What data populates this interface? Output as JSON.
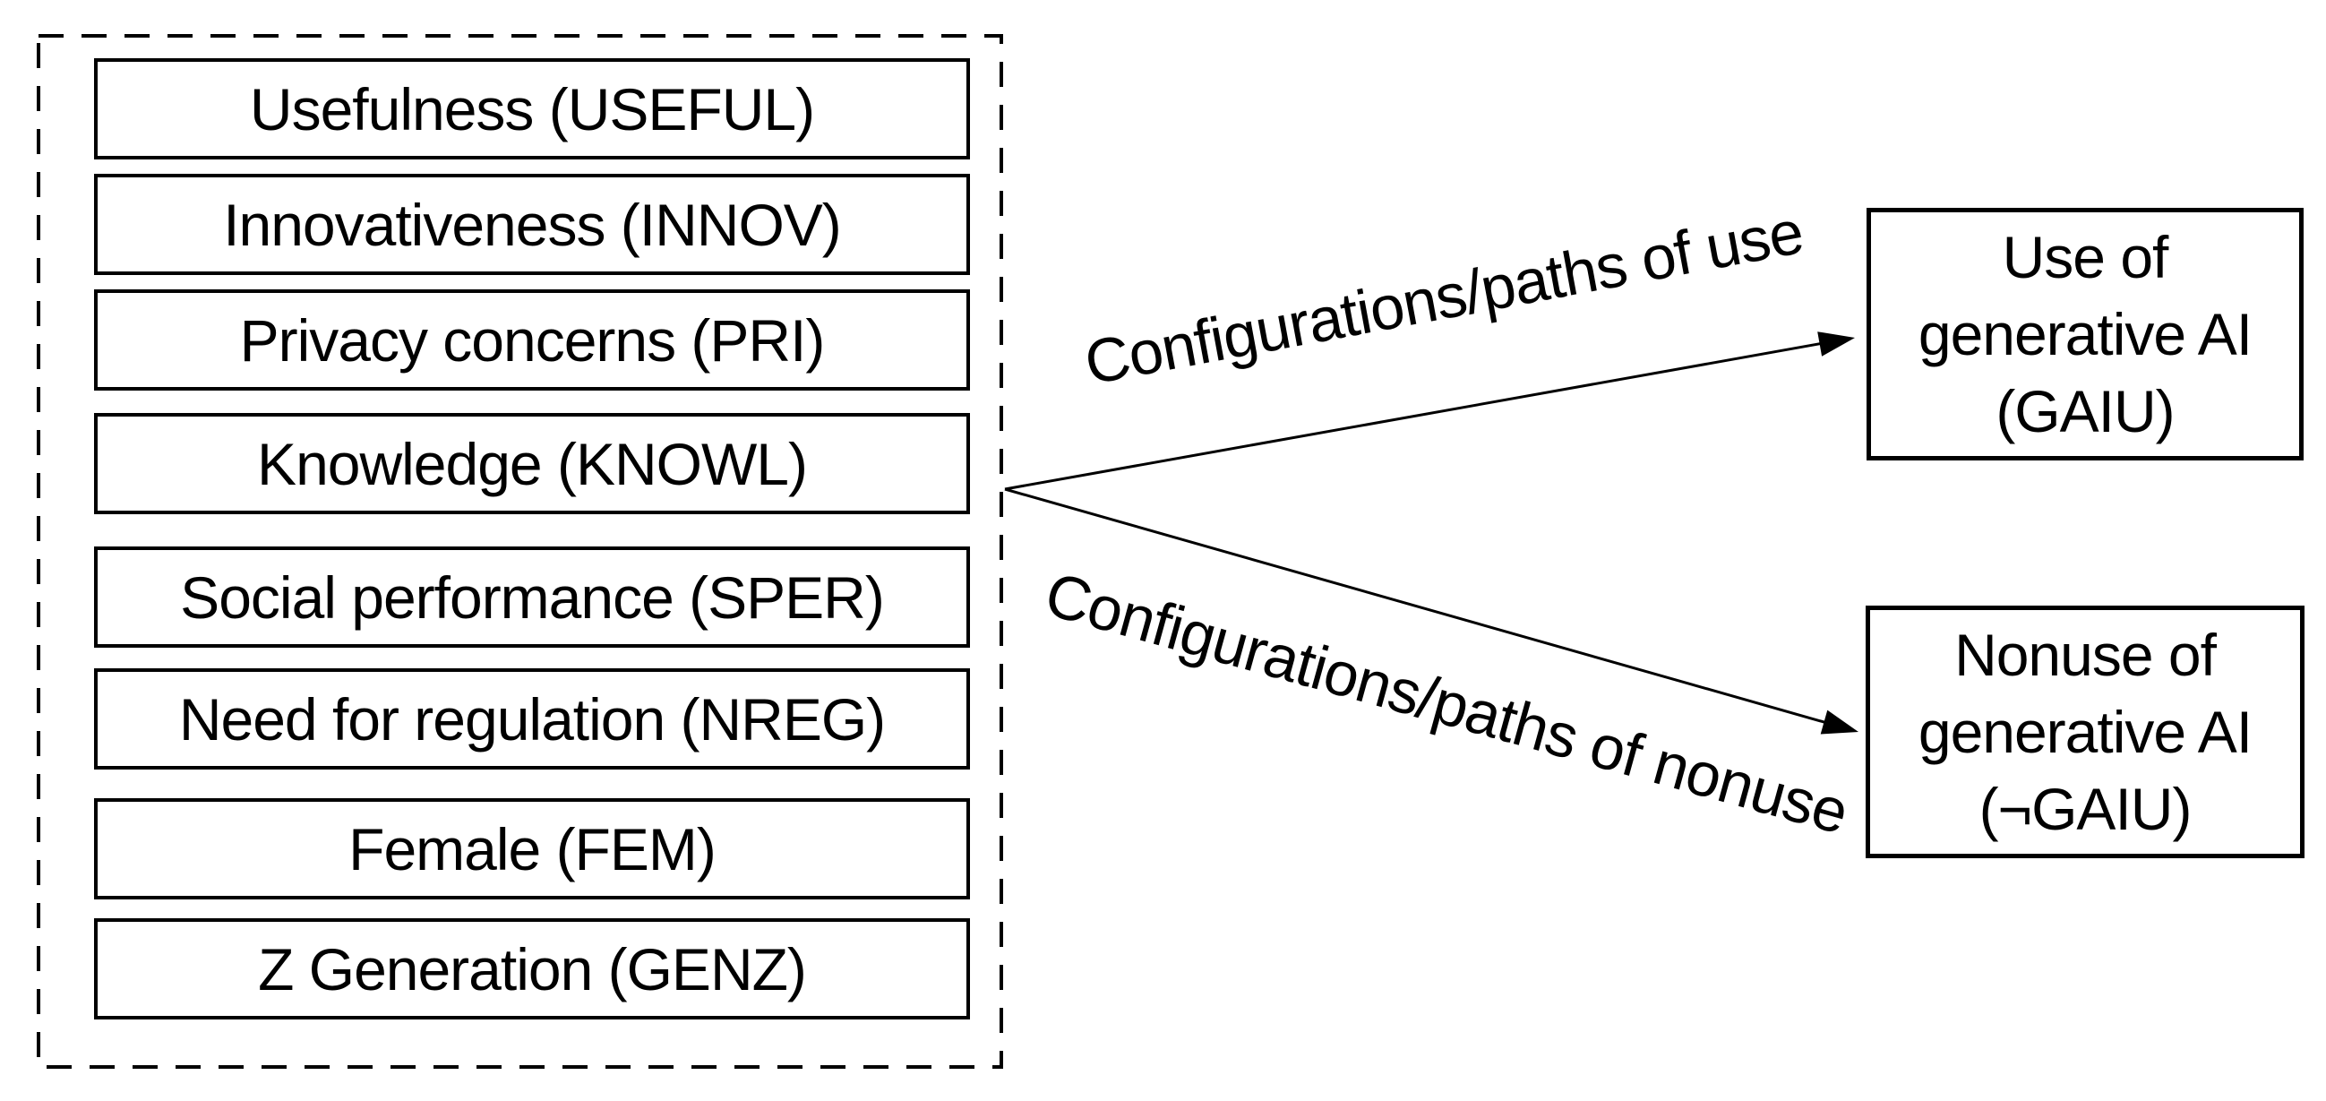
{
  "figure": {
    "antecedents": {
      "items": [
        {
          "label": "Usefulness (USEFUL)"
        },
        {
          "label": "Innovativeness (INNOV)"
        },
        {
          "label": "Privacy concerns (PRI)"
        },
        {
          "label": "Knowledge (KNOWL)"
        },
        {
          "label": "Social performance (SPER)"
        },
        {
          "label": "Need for regulation (NREG)"
        },
        {
          "label": "Female (FEM)"
        },
        {
          "label": "Z Generation (GENZ)"
        }
      ]
    },
    "paths": [
      {
        "label": "Configurations/paths of use"
      },
      {
        "label": "Configurations/paths of nonuse"
      }
    ],
    "outcomes": [
      {
        "lines": [
          "Use of",
          "generative AI",
          "(GAIU)"
        ]
      },
      {
        "lines": [
          "Nonuse of",
          "generative AI",
          "(¬GAIU)"
        ]
      }
    ],
    "colors": {
      "ink": "#000000",
      "background": "#ffffff"
    }
  }
}
